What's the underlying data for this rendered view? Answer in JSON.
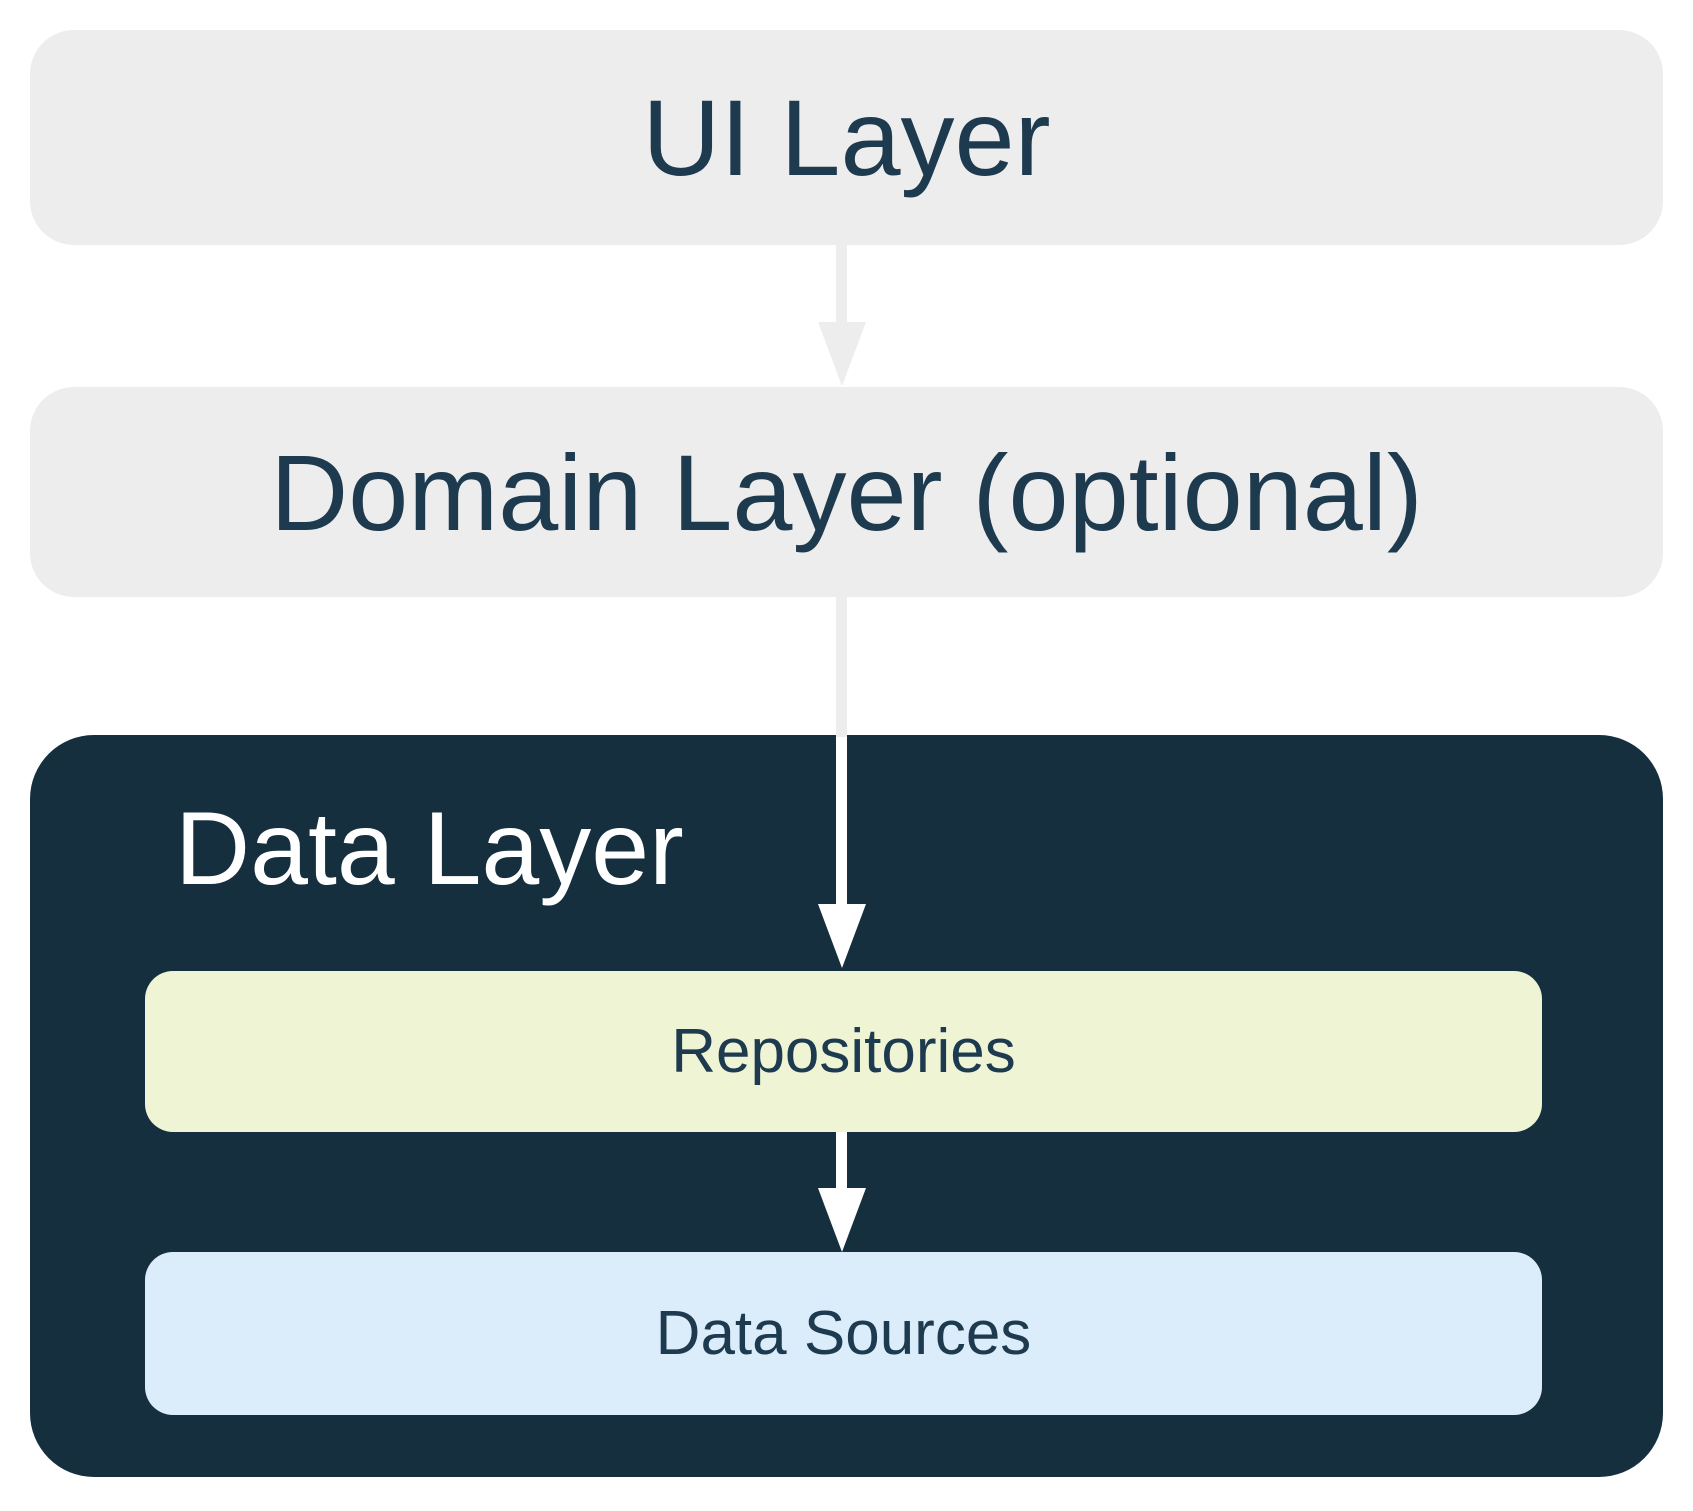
{
  "colors": {
    "canvas-bg": "#ffffff",
    "layer-gray": "#ededed",
    "layer-navy": "#152f3f",
    "repositories-green": "#eff5d4",
    "data-sources-blue": "#dbedfb",
    "text-navy": "#1e3a4f",
    "text-white": "#ffffff",
    "arrow-gray": "#ededed",
    "arrow-white": "#ffffff"
  },
  "nodes": {
    "ui_layer": {
      "label": "UI Layer"
    },
    "domain_layer": {
      "label": "Domain Layer (optional)"
    },
    "data_layer": {
      "label": "Data Layer"
    },
    "repositories": {
      "label": "Repositories"
    },
    "data_sources": {
      "label": "Data Sources"
    }
  }
}
